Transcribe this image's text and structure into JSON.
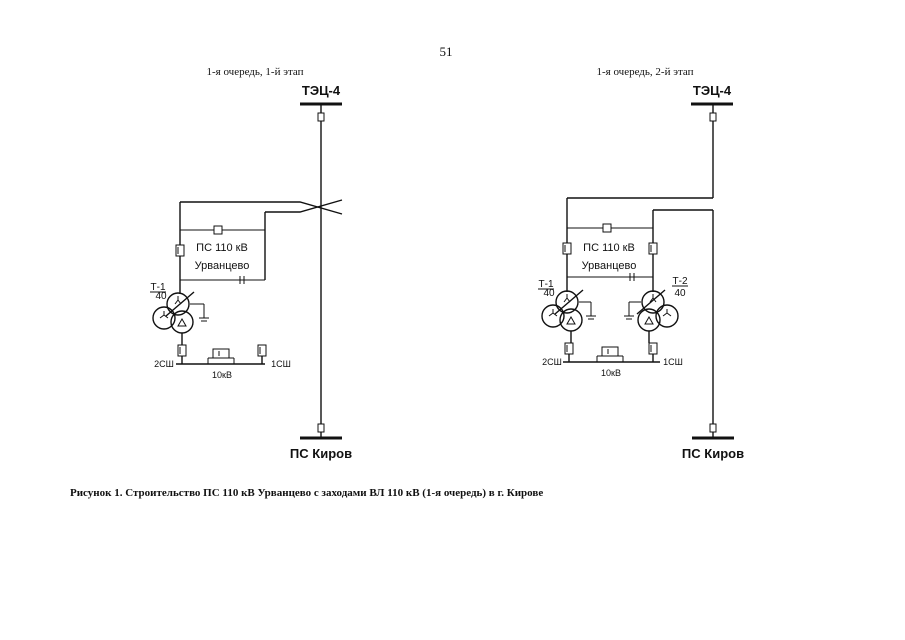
{
  "page_number": "51",
  "caption": "Рисунок 1. Строительство ПС 110 кВ Урванцево с заходами ВЛ 110 кВ (1-я очередь) в г. Кирове",
  "schemes": [
    {
      "stage_title": "1-я очередь, 1-й этап",
      "source_station": "ТЭЦ-4",
      "dest_station": "ПС Киров",
      "substation_name": "ПС 110 кВ",
      "substation_place": "Урванцево",
      "transformers": [
        {
          "label": "Т-1",
          "power": "40"
        }
      ],
      "bus_left": "2СШ",
      "bus_right": "1СШ",
      "bus_voltage": "10кВ"
    },
    {
      "stage_title": "1-я очередь, 2-й этап",
      "source_station": "ТЭЦ-4",
      "dest_station": "ПС Киров",
      "substation_name": "ПС 110 кВ",
      "substation_place": "Урванцево",
      "transformers": [
        {
          "label": "Т-1",
          "power": "40"
        },
        {
          "label": "Т-2",
          "power": "40"
        }
      ],
      "bus_left": "2СШ",
      "bus_right": "1СШ",
      "bus_voltage": "10кВ"
    }
  ]
}
